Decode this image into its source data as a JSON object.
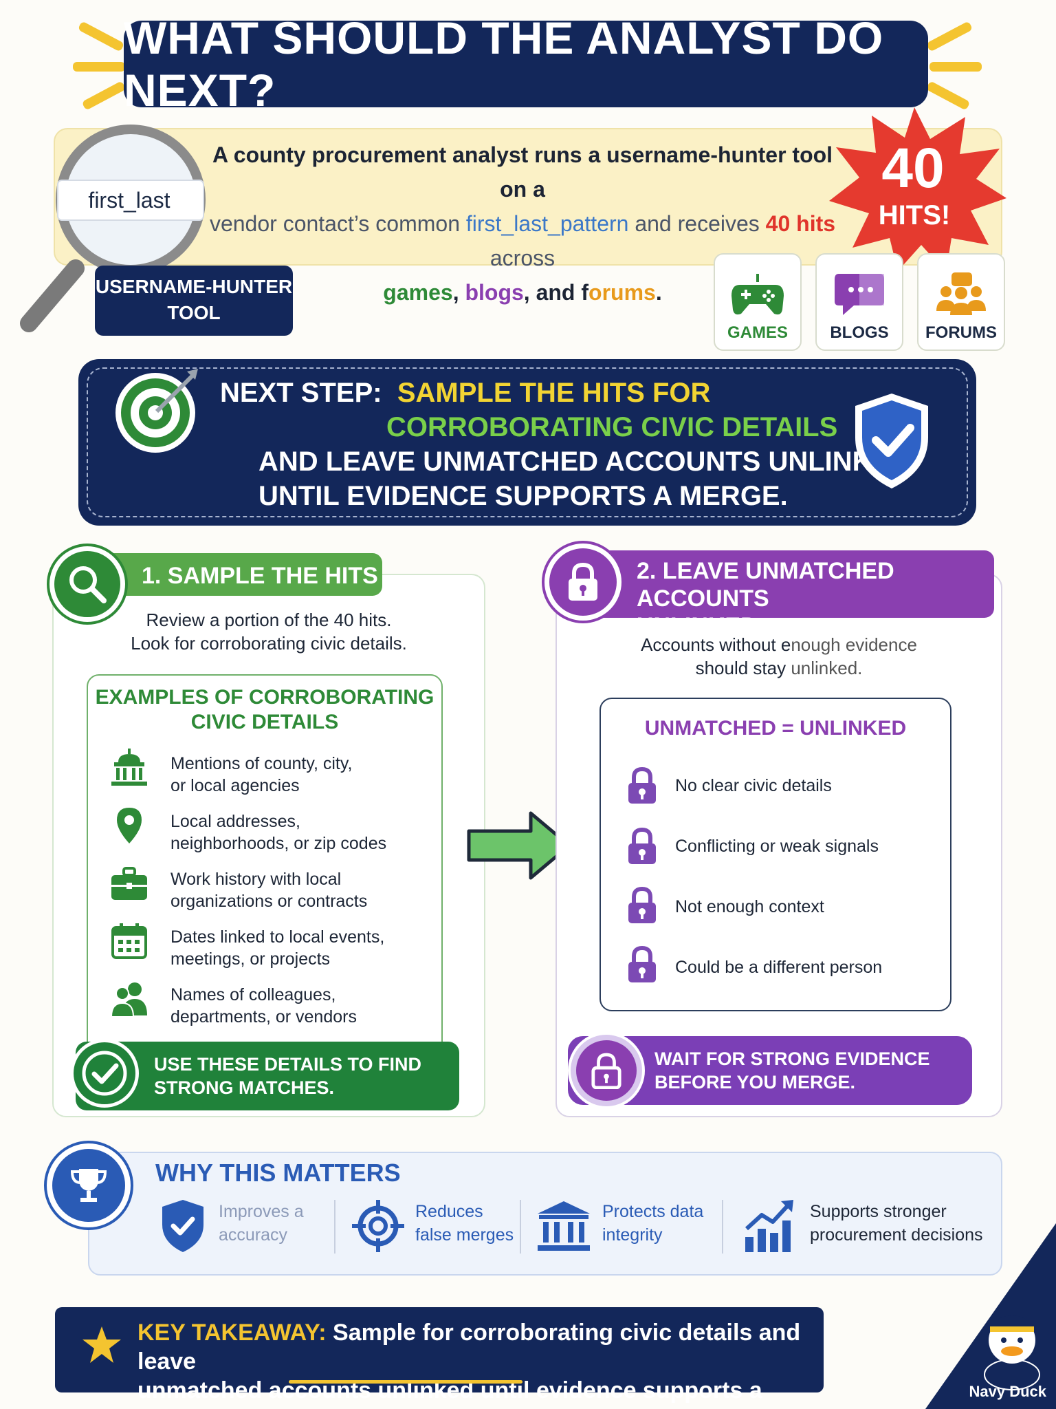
{
  "title": "WHAT SHOULD THE ANALYST DO NEXT?",
  "intro": {
    "line1": "A county procurement analyst runs a username-hunter tool on a",
    "line2_a": "vendor contact’s common ",
    "line2_b": "first_last_pattern",
    "line2_c": " and receives ",
    "line2_d": "40 hits",
    "line2_e": " across",
    "line3_games": "games",
    "line3_sep1": ", ",
    "line3_blogs": "blogs",
    "line3_sep2": ", and f",
    "line3_forums": "orums",
    "line3_end": "."
  },
  "magnifier_text": "first_last",
  "tool_badge": [
    "USERNAME-HUNTER",
    "TOOL"
  ],
  "burst": {
    "number": "40",
    "label": "HITS!",
    "color": "#e53a2f"
  },
  "categories": [
    {
      "label": "GAMES",
      "icon": "gamepad-icon",
      "color": "#2e8a37"
    },
    {
      "label": "BLOGS",
      "icon": "chat-bubble-icon",
      "color": "#8a3fb0"
    },
    {
      "label": "FORUMS",
      "icon": "people-group-icon",
      "color": "#e89a1c"
    }
  ],
  "next_step": {
    "lead": "NEXT STEP:",
    "line1": "SAMPLE THE HITS FOR",
    "line2": "CORROBORATING CIVIC DETAILS",
    "line3": "AND LEAVE UNMATCHED ACCOUNTS UNLINKED",
    "line4": "UNTIL EVIDENCE SUPPORTS A MERGE."
  },
  "step1": {
    "heading": "1. SAMPLE THE HITS",
    "lead1": "Review a portion of the 40 hits.",
    "lead2": "Look for corroborating civic details.",
    "examples_title1": "EXAMPLES OF CORROBORATING",
    "examples_title2": "CIVIC DETAILS",
    "examples": [
      {
        "icon": "government-building-icon",
        "l1": "Mentions of county, city,",
        "l2": "or local agencies"
      },
      {
        "icon": "location-pin-icon",
        "l1": "Local addresses,",
        "l2": "neighborhoods, or zip codes"
      },
      {
        "icon": "briefcase-icon",
        "l1": "Work history with local",
        "l2": "organizations or contracts"
      },
      {
        "icon": "calendar-icon",
        "l1": "Dates linked to local events,",
        "l2": "meetings, or projects"
      },
      {
        "icon": "people-icon",
        "l1": "Names of colleagues,",
        "l2": "departments, or vendors"
      }
    ],
    "footer1": "USE THESE DETAILS TO FIND",
    "footer2": "STRONG MATCHES."
  },
  "step2": {
    "heading1": "2. LEAVE UNMATCHED ACCOUNTS",
    "heading2": "UNLINKED",
    "lead1_a": "Accounts without e",
    "lead1_b": "nough evidence",
    "lead2_a": "should stay ",
    "lead2_b": "unlinked.",
    "box_title": "UNMATCHED = UNLINKED",
    "items": [
      "No clear civic details",
      "Conflicting or weak signals",
      "Not enough context",
      "Could be a different person"
    ],
    "footer1": "WAIT FOR STRONG EVIDENCE",
    "footer2": "BEFORE YOU MERGE."
  },
  "why": {
    "title": "WHY THIS MATTERS",
    "items": [
      {
        "icon": "shield-check-icon",
        "l1": "Improves a",
        "l2": "accuracy"
      },
      {
        "icon": "crosshair-icon",
        "l1": "Reduces",
        "l2": "false merges"
      },
      {
        "icon": "institution-icon",
        "l1": "Protects data",
        "l2": "integrity"
      },
      {
        "icon": "growth-chart-icon",
        "l1": "Supports stronger",
        "l2": "procurement decisions"
      }
    ]
  },
  "takeaway": {
    "label": "KEY TAKEAWAY:",
    "text1": " Sample for corroborating civic details and leave",
    "text2": "unmatched accounts unlinked until evidence supports a merge."
  },
  "brand": "Navy Duck",
  "colors": {
    "navy": "#13275a",
    "green": "#2e8a37",
    "purple": "#8a3fb0",
    "yellow": "#f4c430",
    "red": "#e53a2f"
  }
}
